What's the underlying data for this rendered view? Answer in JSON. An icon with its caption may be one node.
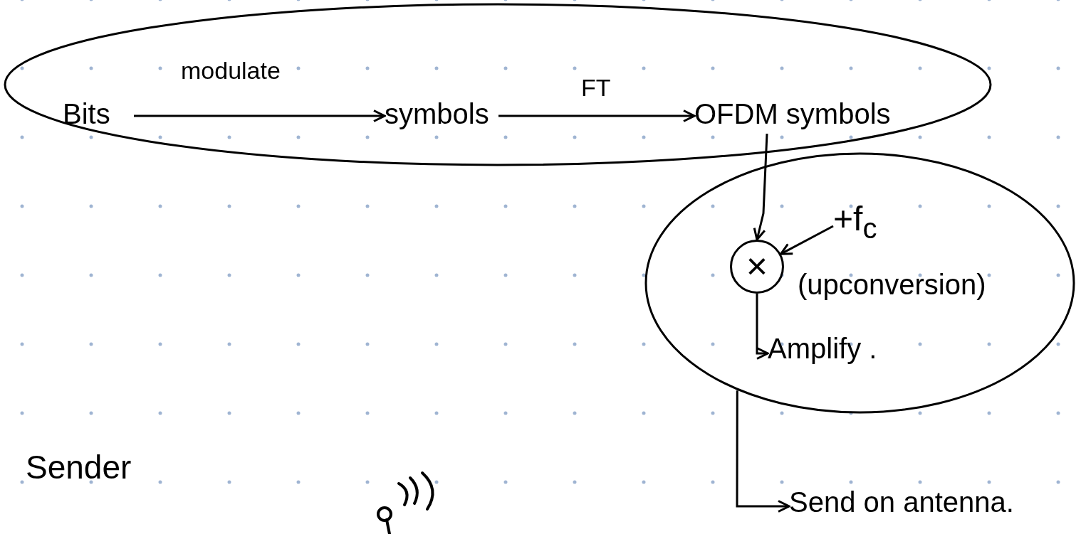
{
  "diagram": {
    "nodes": [
      {
        "text": [],
        "shape": "ellipse"
      },
      {
        "text": [
          "Bits"
        ],
        "in": 0
      },
      {
        "text": [
          "symbols"
        ],
        "in": 0
      },
      {
        "text": [
          "OFDM symbols"
        ],
        "in": 0
      },
      {
        "text": [],
        "shape": "ellipse"
      },
      {
        "text": [
          "×"
        ],
        "in": 4
      },
      {
        "text": [
          "+f$_{c}$"
        ],
        "in": 4
      },
      {
        "text": [
          "Amplify ."
        ],
        "in": 4
      },
      {
        "text": [
          "Send on antenna."
        ]
      }
    ],
    "edges": [
      {
        "from": 1,
        "to": 2,
        "arrow": "to",
        "label": "modulate"
      },
      {
        "from": 2,
        "to": 3,
        "arrow": "to",
        "label": "FT"
      },
      {
        "from": 3,
        "to": 5,
        "arrow": "to"
      },
      {
        "from": 6,
        "to": 5,
        "arrow": "to"
      },
      {
        "from": 5,
        "to": 7,
        "arrow": "to"
      },
      {
        "from": 4,
        "to": 8,
        "arrow": "to"
      }
    ],
    "labels": [
      "(upconversion)",
      "Sender"
    ]
  }
}
